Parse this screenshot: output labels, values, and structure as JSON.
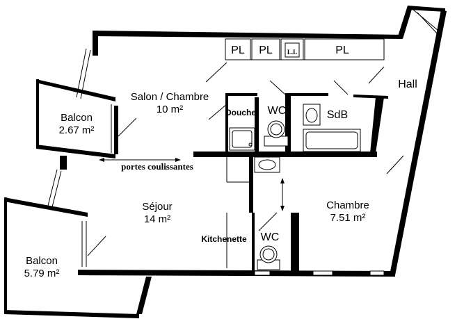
{
  "rooms": {
    "balcon1": {
      "name": "Balcon",
      "area": "2.67 m²"
    },
    "salon": {
      "name": "Salon / Chambre",
      "area": "10 m²"
    },
    "douche": {
      "name": "Douche"
    },
    "wc1": {
      "name": "WC"
    },
    "sdb": {
      "name": "SdB"
    },
    "hall": {
      "name": "Hall"
    },
    "sejour": {
      "name": "Séjour",
      "area": "14 m²"
    },
    "balcon2": {
      "name": "Balcon",
      "area": "5.79 m²"
    },
    "kitchenette": {
      "name": "Kitchenette"
    },
    "wc2": {
      "name": "WC"
    },
    "chambre": {
      "name": "Chambre",
      "area": "7.51 m²"
    }
  },
  "closets": {
    "pl1": "PL",
    "pl2": "PL",
    "ll": "L.L",
    "pl3": "PL"
  },
  "annotations": {
    "sliding_doors": "portes coulissantes"
  }
}
